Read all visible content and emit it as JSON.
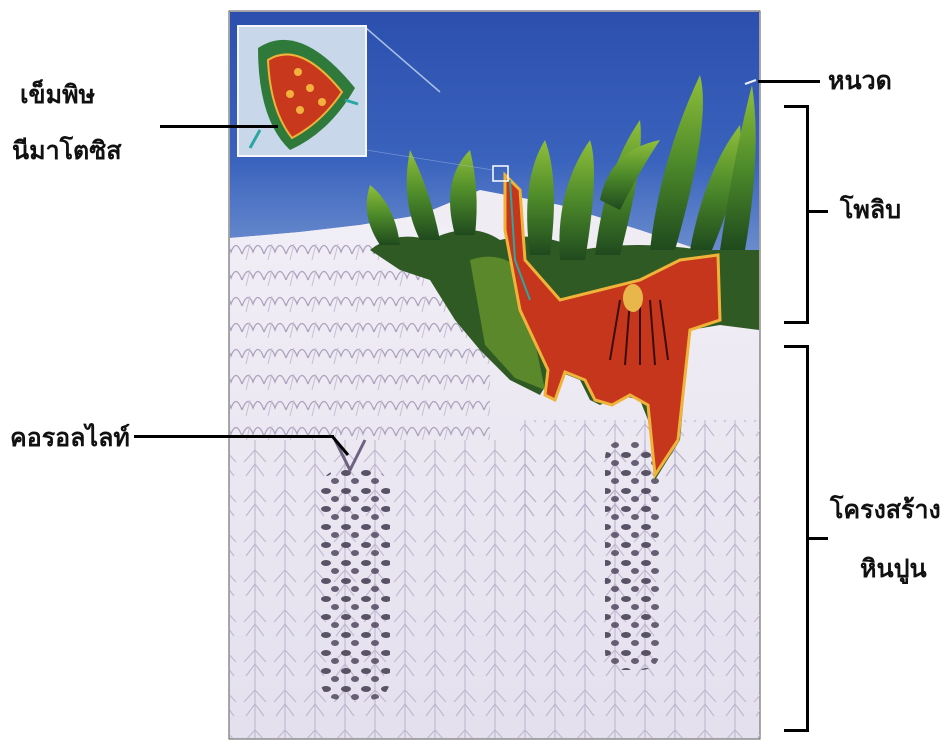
{
  "diagram": {
    "labels": {
      "toxic_needle_line1": "เข็มพิษ",
      "toxic_needle_line2": "นีมาโตซิส",
      "tentacle": "หนวด",
      "polyp": "โพลิบ",
      "corallite": "คอรอลไลท์",
      "skeleton_line1": "โครงสร้าง",
      "skeleton_line2": "หินปูน"
    }
  }
}
